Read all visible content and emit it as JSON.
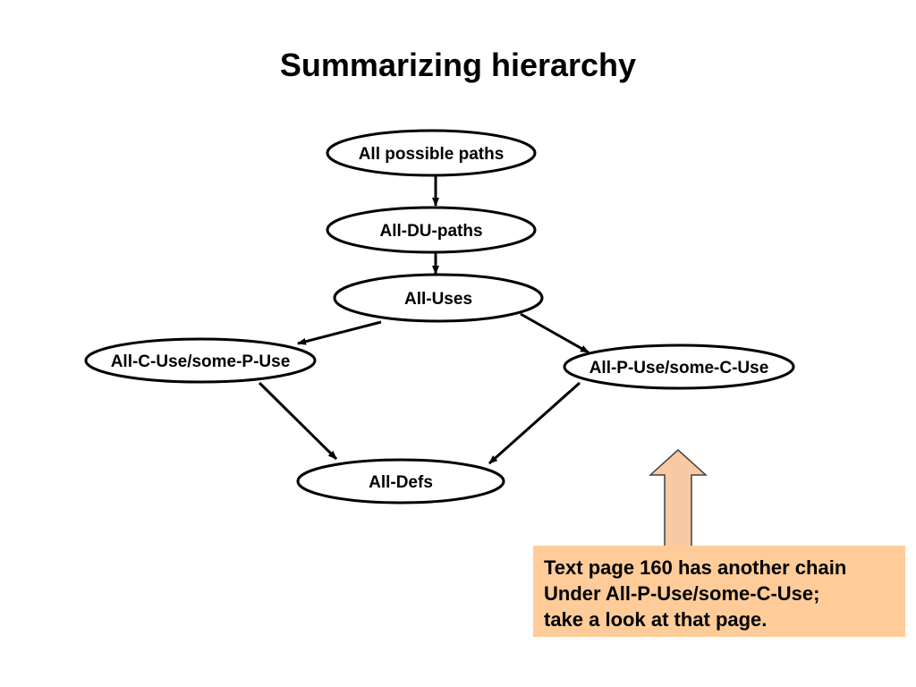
{
  "title": "Summarizing hierarchy",
  "nodes": [
    {
      "id": "all-possible-paths",
      "label": "All possible paths"
    },
    {
      "id": "all-du-paths",
      "label": "All-DU-paths"
    },
    {
      "id": "all-uses",
      "label": "All-Uses"
    },
    {
      "id": "all-c-use-some-p-use",
      "label": "All-C-Use/some-P-Use"
    },
    {
      "id": "all-p-use-some-c-use",
      "label": "All-P-Use/some-C-Use"
    },
    {
      "id": "all-defs",
      "label": "All-Defs"
    }
  ],
  "edges": [
    {
      "from": "all-possible-paths",
      "to": "all-du-paths"
    },
    {
      "from": "all-du-paths",
      "to": "all-uses"
    },
    {
      "from": "all-uses",
      "to": "all-c-use-some-p-use"
    },
    {
      "from": "all-uses",
      "to": "all-p-use-some-c-use"
    },
    {
      "from": "all-c-use-some-p-use",
      "to": "all-defs"
    },
    {
      "from": "all-p-use-some-c-use",
      "to": "all-defs"
    }
  ],
  "note": {
    "lines": [
      "Text page 160 has another chain",
      "Under All-P-Use/some-C-Use;",
      "take a look at that page."
    ],
    "background": "#FFCC99"
  },
  "colors": {
    "node_fill": "#FFFFFF",
    "stroke": "#000000",
    "up_arrow_fill": "#F9C9A3",
    "up_arrow_stroke": "#404040"
  }
}
